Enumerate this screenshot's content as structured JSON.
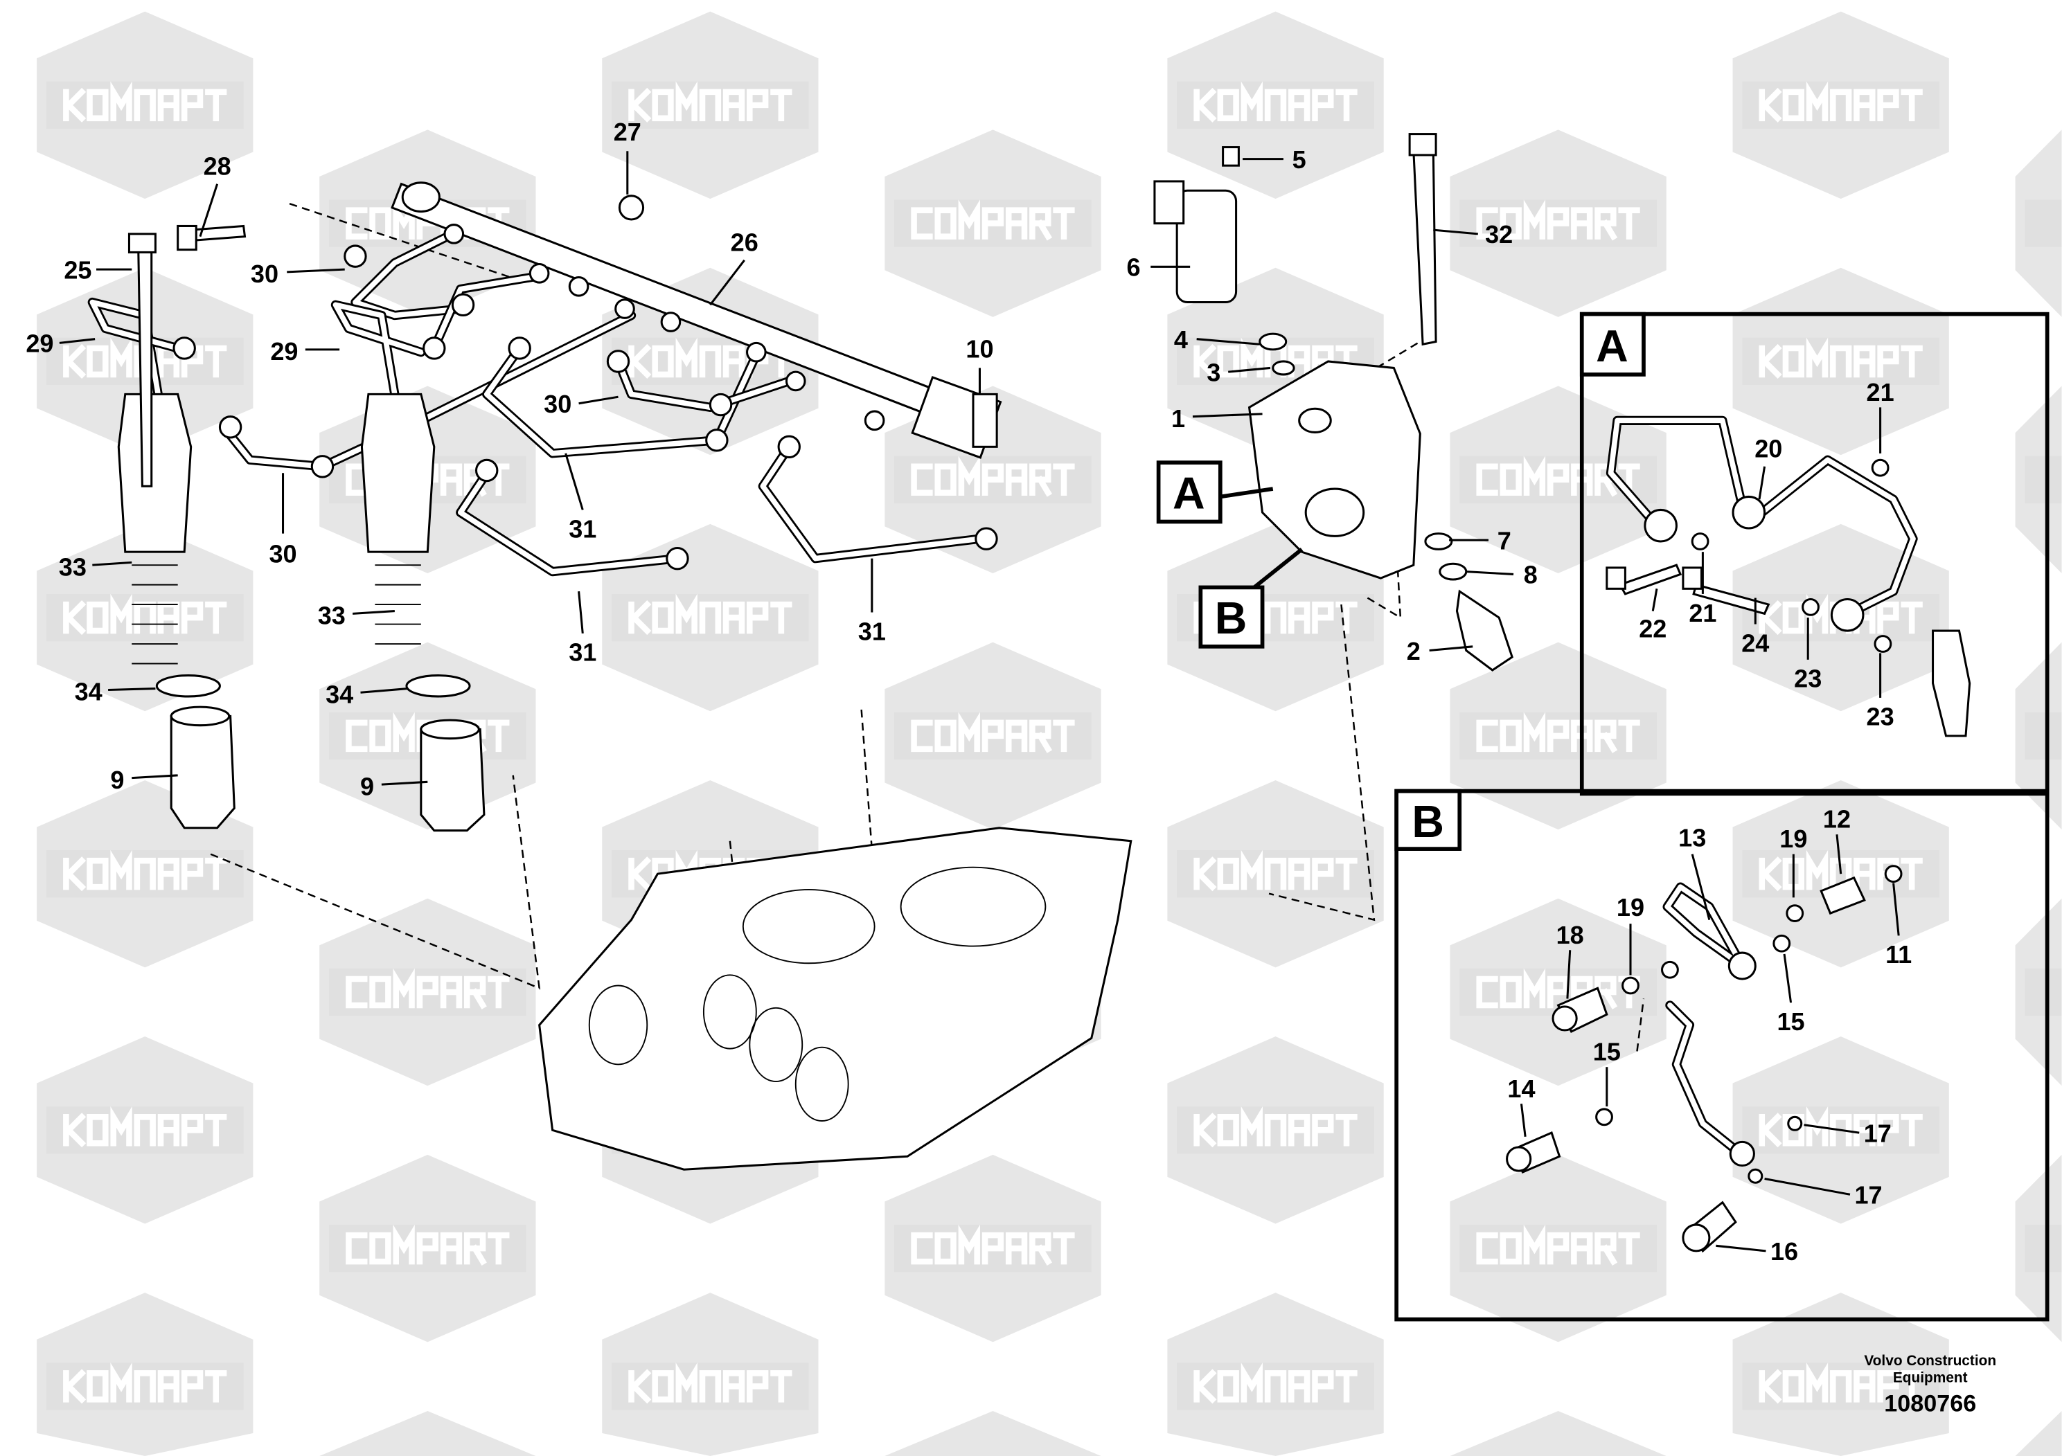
{
  "watermark": {
    "text_cyrillic": "KOMПAPT",
    "text_latin": "COMPART",
    "color": "#e0e0e0"
  },
  "main_callouts": [
    "28",
    "27",
    "25",
    "30",
    "29",
    "26",
    "29",
    "10",
    "30",
    "31",
    "33",
    "30",
    "31",
    "31",
    "33",
    "34",
    "34",
    "9",
    "9",
    "5",
    "6",
    "32",
    "4",
    "3",
    "1",
    "7",
    "8",
    "2"
  ],
  "detail_markers": {
    "a": "A",
    "b": "B"
  },
  "inset_a": {
    "title": "A",
    "callouts": [
      "21",
      "20",
      "21",
      "22",
      "24",
      "23",
      "23"
    ]
  },
  "inset_b": {
    "title": "B",
    "callouts": [
      "13",
      "12",
      "19",
      "19",
      "18",
      "11",
      "15",
      "15",
      "14",
      "17",
      "17",
      "16"
    ]
  },
  "footer": {
    "company_line1": "Volvo Construction",
    "company_line2": "Equipment",
    "drawing_number": "1080766"
  }
}
